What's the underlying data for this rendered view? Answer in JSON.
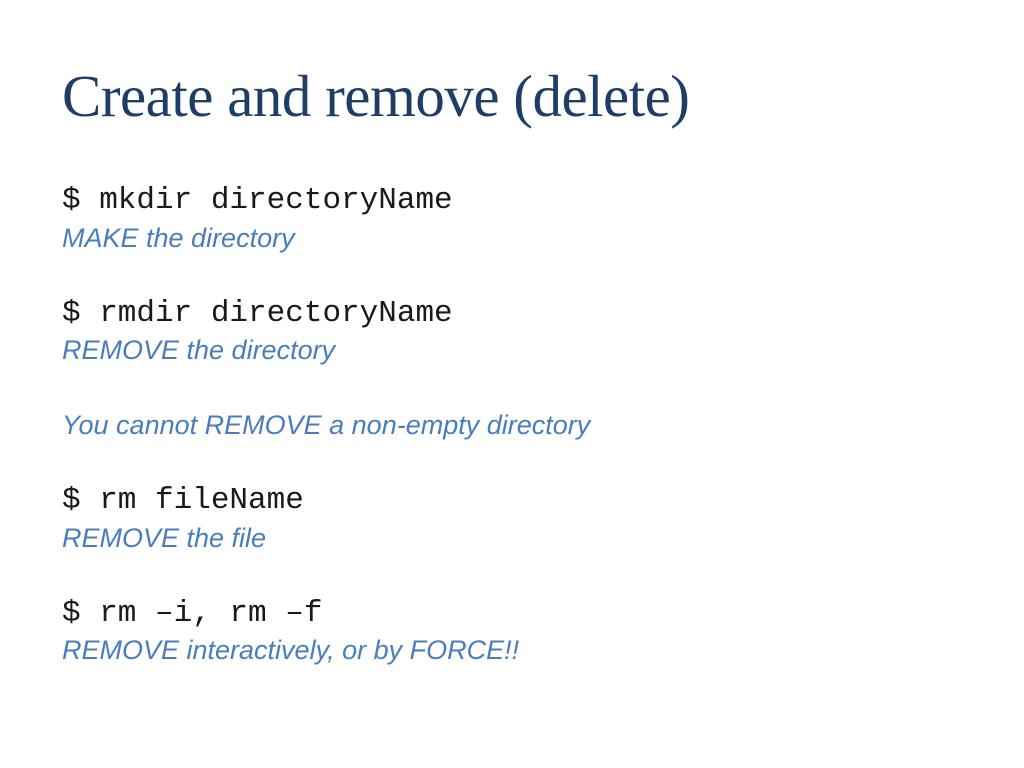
{
  "slide": {
    "title": "Create and remove (delete)",
    "colors": {
      "background": "#ffffff",
      "title": "#1f3e66",
      "command": "#1a1a1a",
      "description": "#4a7ebb"
    },
    "lines": [
      {
        "type": "cmd",
        "text": "$ mkdir directoryName"
      },
      {
        "type": "desc",
        "text": "MAKE the directory"
      },
      {
        "type": "blank",
        "text": ""
      },
      {
        "type": "cmd",
        "text": "$ rmdir directoryName"
      },
      {
        "type": "desc",
        "text": "REMOVE the directory"
      },
      {
        "type": "blank",
        "text": ""
      },
      {
        "type": "desc",
        "text": "You cannot REMOVE a non-empty directory"
      },
      {
        "type": "blank",
        "text": ""
      },
      {
        "type": "cmd",
        "text": "$ rm fileName"
      },
      {
        "type": "desc",
        "text": "REMOVE the file"
      },
      {
        "type": "blank",
        "text": ""
      },
      {
        "type": "cmd",
        "text": "$ rm –i, rm –f"
      },
      {
        "type": "desc",
        "text": "REMOVE interactively, or by FORCE!!"
      }
    ]
  }
}
